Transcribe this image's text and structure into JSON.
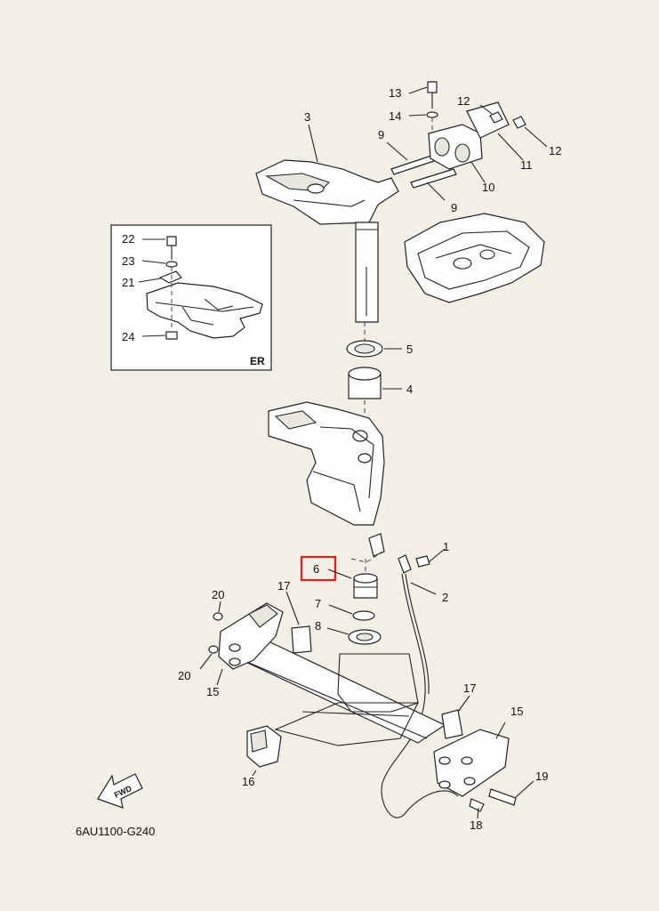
{
  "diagram_code": "6AU1100-G240",
  "inset_tag": "ER",
  "fwd_label": "FWD",
  "highlight": {
    "label": "6",
    "color": "#e0201b"
  },
  "labels": {
    "p1": "1",
    "p2": "2",
    "p3": "3",
    "p4": "4",
    "p5": "5",
    "p6": "6",
    "p7": "7",
    "p8": "8",
    "p9a": "9",
    "p9b": "9",
    "p10": "10",
    "p11": "11",
    "p12a": "12",
    "p12b": "12",
    "p13": "13",
    "p14": "14",
    "p15a": "15",
    "p15b": "15",
    "p16": "16",
    "p17a": "17",
    "p17b": "17",
    "p18": "18",
    "p19": "19",
    "p20a": "20",
    "p20b": "20",
    "p21": "21",
    "p22": "22",
    "p23": "23",
    "p24": "24"
  }
}
